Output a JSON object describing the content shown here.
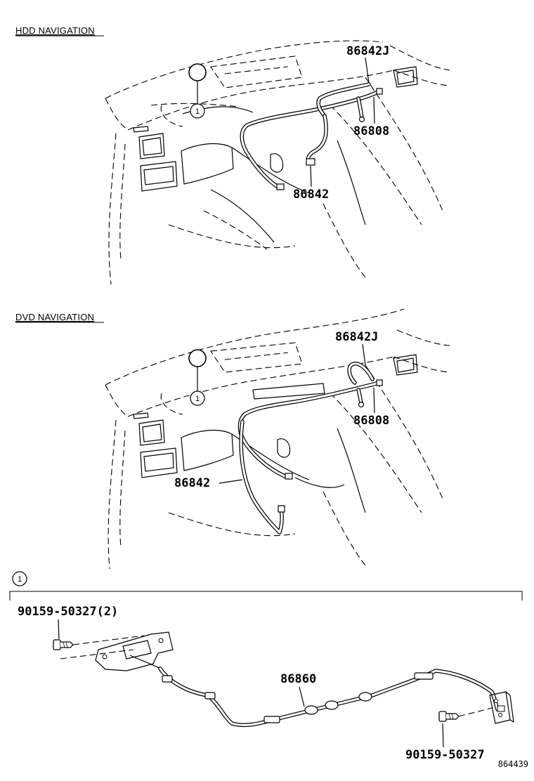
{
  "sections": [
    {
      "title": "HDD NAVIGATION",
      "callout": "1",
      "parts": {
        "p1": "86842J",
        "p2": "86808",
        "p3": "86842"
      }
    },
    {
      "title": "DVD NAVIGATION",
      "callout": "1",
      "parts": {
        "p1": "86842J",
        "p2": "86808",
        "p3": "86842"
      }
    }
  ],
  "detail": {
    "callout": "1",
    "parts": {
      "screw_left": "90159-50327(2)",
      "cable": "86860",
      "screw_right": "90159-50327"
    }
  },
  "figure_id": "864439"
}
